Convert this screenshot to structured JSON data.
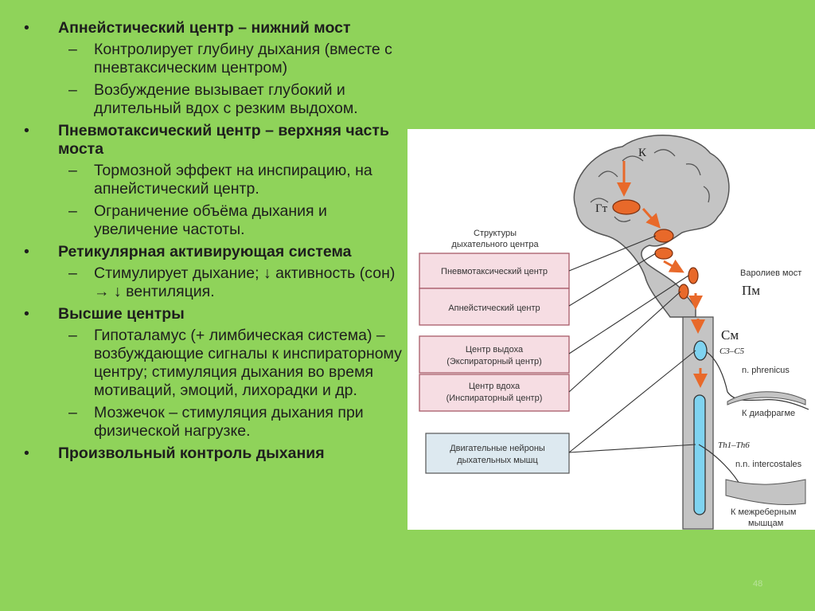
{
  "bullets": [
    {
      "title": "Апнейстический центр – нижний мост",
      "subs": [
        "Контролирует глубину дыхания (вместе с пневтаксическим центром)",
        "Возбуждение вызывает глубокий и длительный вдох с резким выдохом."
      ]
    },
    {
      "title": "Пневмотаксический центр – верхняя часть моста",
      "subs": [
        "Тормозной эффект на инспирацию, на апнейстический центр.",
        "Ограничение объёма дыхания и увеличение частоты."
      ]
    },
    {
      "title": "Ретикулярная активирующая система",
      "subs": [
        "Стимулирует дыхание; ↓ активность (сон) → ↓ вентиляция."
      ]
    },
    {
      "title": "Высшие центры",
      "subs": [
        "Гипоталамус (+ лимбическая система) – возбуждающие сигналы к инспираторному центру; стимуляция дыхания во время мотиваций, эмоций, лихорадки и др.",
        "Мозжечок –  стимуляция дыхания при физической нагрузке."
      ]
    },
    {
      "title": "Произвольный контроль дыхания",
      "subs": []
    }
  ],
  "figure": {
    "header": "Структуры дыхательного центра",
    "boxes": [
      "Пневмотаксический центр",
      "Апнейстический центр",
      "Центр выдоха (Экспираторный центр)",
      "Центр вдоха (Инспираторный центр)",
      "Двигательные нейроны дыхательных мышц"
    ],
    "labels": {
      "k": "К",
      "gt": "Гт",
      "varoliev": "Варолиев мост",
      "pm": "Пм",
      "sm": "См",
      "c3c5": "C3–C5",
      "phrenicus": "n. phrenicus",
      "k_diafragme": "К диафрагме",
      "th1th6": "Th1–Th6",
      "intercostales": "n.n. intercostales",
      "k_mezhrebernym_1": "К межреберным",
      "k_mezhrebernym_2": "мышцам"
    }
  },
  "slide_number": "48",
  "colors": {
    "background": "#8fd35a",
    "box_fill": "#f6dde3",
    "box_border": "#a85a68",
    "brain_fill": "#c4c4c4",
    "nucleus": "#e8692a",
    "spinal_canal": "#7fd3f0"
  }
}
